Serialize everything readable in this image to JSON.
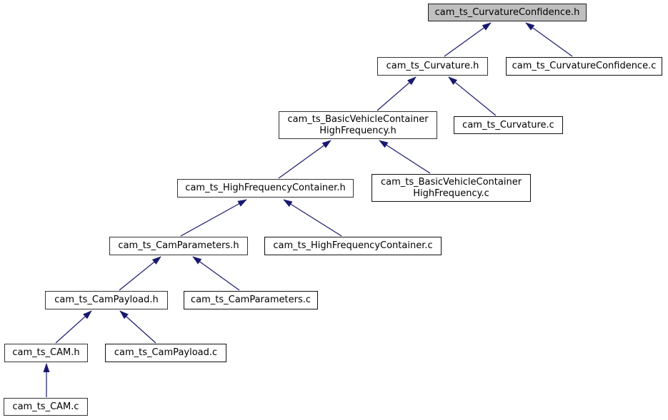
{
  "diagram": {
    "type": "include-dependency-graph",
    "nodes": [
      {
        "id": "curvature_confidence_h",
        "label": "cam_ts_CurvatureConfidence.h",
        "lines": [
          "cam_ts_CurvatureConfidence.h"
        ],
        "style": "current"
      },
      {
        "id": "curvature_h",
        "label": "cam_ts_Curvature.h",
        "lines": [
          "cam_ts_Curvature.h"
        ],
        "style": "emphasis"
      },
      {
        "id": "curvature_confidence_c",
        "label": "cam_ts_CurvatureConfidence.c",
        "lines": [
          "cam_ts_CurvatureConfidence.c"
        ],
        "style": "plain"
      },
      {
        "id": "basic_vehicle_container_high_frequency_h",
        "label": "cam_ts_BasicVehicleContainerHighFrequency.h",
        "lines": [
          "cam_ts_BasicVehicleContainer",
          "HighFrequency.h"
        ],
        "style": "emphasis"
      },
      {
        "id": "curvature_c",
        "label": "cam_ts_Curvature.c",
        "lines": [
          "cam_ts_Curvature.c"
        ],
        "style": "plain"
      },
      {
        "id": "high_frequency_container_h",
        "label": "cam_ts_HighFrequencyContainer.h",
        "lines": [
          "cam_ts_HighFrequencyContainer.h"
        ],
        "style": "emphasis"
      },
      {
        "id": "basic_vehicle_container_high_frequency_c",
        "label": "cam_ts_BasicVehicleContainerHighFrequency.c",
        "lines": [
          "cam_ts_BasicVehicleContainer",
          "HighFrequency.c"
        ],
        "style": "plain"
      },
      {
        "id": "cam_parameters_h",
        "label": "cam_ts_CamParameters.h",
        "lines": [
          "cam_ts_CamParameters.h"
        ],
        "style": "emphasis"
      },
      {
        "id": "high_frequency_container_c",
        "label": "cam_ts_HighFrequencyContainer.c",
        "lines": [
          "cam_ts_HighFrequencyContainer.c"
        ],
        "style": "plain"
      },
      {
        "id": "cam_payload_h",
        "label": "cam_ts_CamPayload.h",
        "lines": [
          "cam_ts_CamPayload.h"
        ],
        "style": "emphasis"
      },
      {
        "id": "cam_parameters_c",
        "label": "cam_ts_CamParameters.c",
        "lines": [
          "cam_ts_CamParameters.c"
        ],
        "style": "plain"
      },
      {
        "id": "cam_h",
        "label": "cam_ts_CAM.h",
        "lines": [
          "cam_ts_CAM.h"
        ],
        "style": "emphasis"
      },
      {
        "id": "cam_payload_c",
        "label": "cam_ts_CamPayload.c",
        "lines": [
          "cam_ts_CamPayload.c"
        ],
        "style": "plain"
      },
      {
        "id": "cam_c",
        "label": "cam_ts_CAM.c",
        "lines": [
          "cam_ts_CAM.c"
        ],
        "style": "emphasis"
      }
    ],
    "edges": [
      {
        "from": "curvature_h",
        "to": "curvature_confidence_h"
      },
      {
        "from": "curvature_confidence_c",
        "to": "curvature_confidence_h"
      },
      {
        "from": "basic_vehicle_container_high_frequency_h",
        "to": "curvature_h"
      },
      {
        "from": "curvature_c",
        "to": "curvature_h"
      },
      {
        "from": "high_frequency_container_h",
        "to": "basic_vehicle_container_high_frequency_h"
      },
      {
        "from": "basic_vehicle_container_high_frequency_c",
        "to": "basic_vehicle_container_high_frequency_h"
      },
      {
        "from": "cam_parameters_h",
        "to": "high_frequency_container_h"
      },
      {
        "from": "high_frequency_container_c",
        "to": "high_frequency_container_h"
      },
      {
        "from": "cam_payload_h",
        "to": "cam_parameters_h"
      },
      {
        "from": "cam_parameters_c",
        "to": "cam_parameters_h"
      },
      {
        "from": "cam_h",
        "to": "cam_payload_h"
      },
      {
        "from": "cam_payload_c",
        "to": "cam_payload_h"
      },
      {
        "from": "cam_c",
        "to": "cam_h"
      }
    ],
    "colors": {
      "arrow": "#191970",
      "current_node_fill": "#bfbfbf",
      "node_fill": "#ffffff",
      "node_border_strong": "#343434",
      "node_border_plain": "#101010",
      "text": "#000000",
      "background": "#ffffff"
    }
  }
}
